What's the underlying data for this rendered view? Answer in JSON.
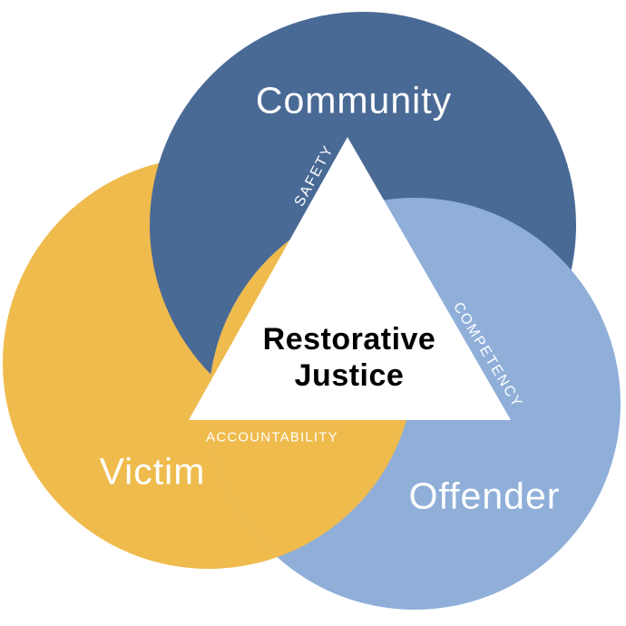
{
  "diagram": {
    "type": "venn-triangle",
    "title": {
      "line1": "Restorative",
      "line2": "Justice"
    },
    "circles": [
      {
        "id": "community",
        "label": "Community",
        "color": "#4A6A96",
        "position": "top"
      },
      {
        "id": "victim",
        "label": "Victim",
        "color": "#EFBB4D",
        "position": "bottom-left"
      },
      {
        "id": "offender",
        "label": "Offender",
        "color": "#8FAFD9",
        "position": "bottom-right"
      }
    ],
    "edge_labels": {
      "safety": "SAFETY",
      "competency": "COMPETENCY",
      "accountability": "ACCOUNTABILITY"
    },
    "colors": {
      "community": "#4A6A96",
      "victim": "#EFBB4D",
      "offender": "#8FAFD9",
      "triangle": "#FFFFFF",
      "title_text": "#000000",
      "label_text": "#FFFFFF"
    }
  }
}
